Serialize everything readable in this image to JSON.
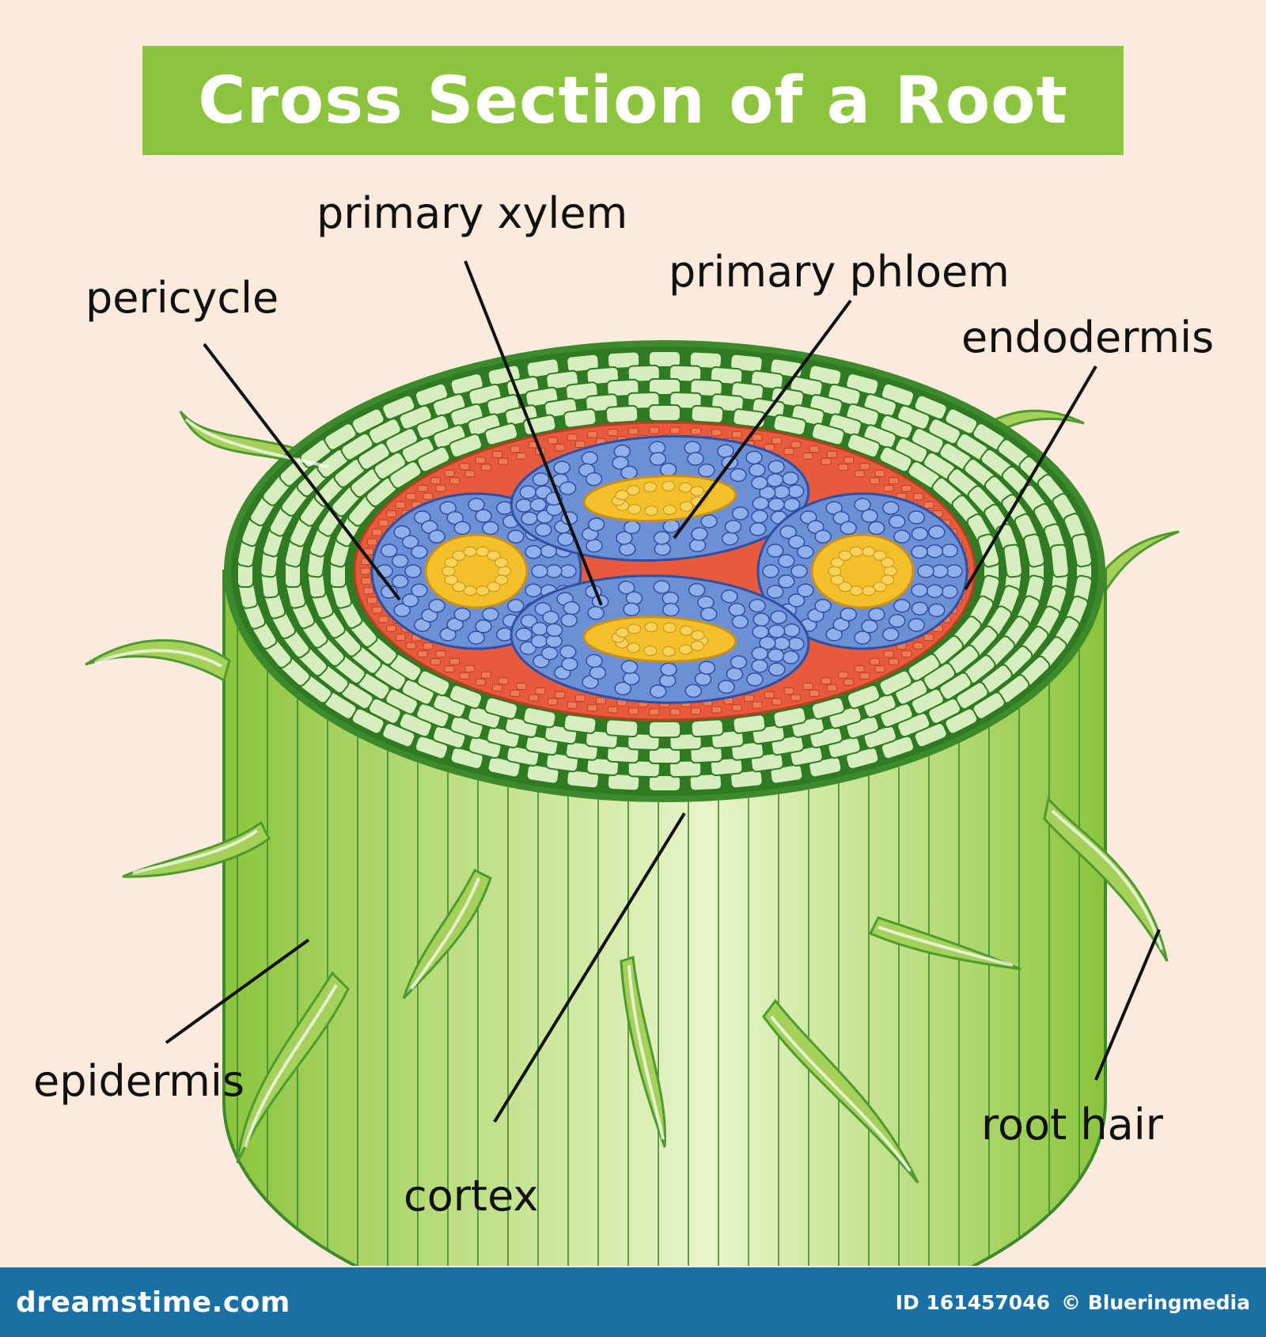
{
  "title": "Cross Section of a Root",
  "labels": {
    "primary_xylem": "primary xylem",
    "primary_phloem": "primary phloem",
    "pericycle": "pericycle",
    "endodermis": "endodermis",
    "epidermis": "epidermis",
    "cortex": "cortex",
    "root_hair": "root hair"
  },
  "footer": {
    "site": "dreamstime.com",
    "id": "ID 161457046",
    "credit": "© Blueringmedia"
  },
  "colors": {
    "title_banner": "#8cc43d",
    "background": "#fcebdd",
    "epidermis_side": "#a9d05d",
    "cortex_cells": "#cfe9b5",
    "cortex_outline": "#3d8a2c",
    "pericycle": "#e85a3c",
    "phloem_ring": "#6d8fd6",
    "xylem_core": "#f2c12a",
    "footer": "#1a6fa4"
  }
}
